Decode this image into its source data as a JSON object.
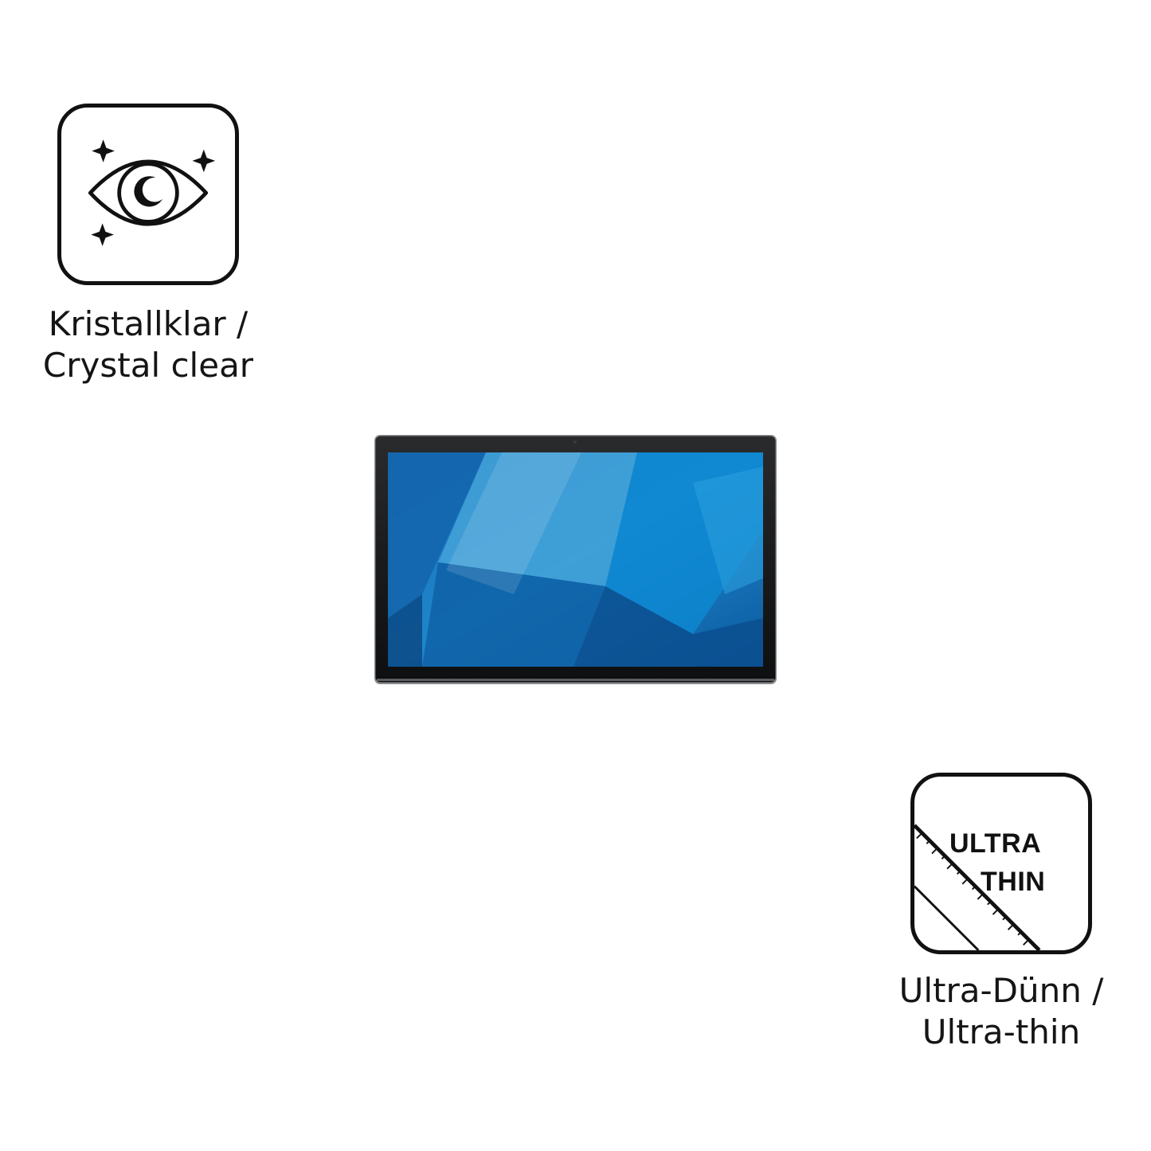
{
  "features": {
    "crystal_clear": {
      "icon": "eye-sparkle-icon",
      "caption_line1": "Kristallklar /",
      "caption_line2": "Crystal clear"
    },
    "ultra_thin": {
      "icon": "ruler-corner-icon",
      "badge_line1": "ULTRA",
      "badge_line2": "THIN",
      "caption_line1": "Ultra-Dünn /",
      "caption_line2": "Ultra-thin"
    }
  },
  "product": {
    "image": "touchscreen-monitor",
    "screen_colors": {
      "dark_blue": "#0f5fa8",
      "mid_blue": "#1f87cc",
      "light_blue": "#5fb8e4",
      "bezel": "#1b1c1e"
    }
  }
}
